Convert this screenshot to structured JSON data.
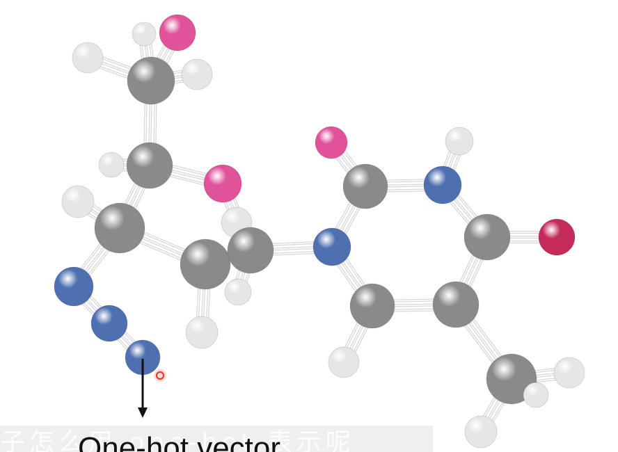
{
  "caption": "One-hot vector",
  "subtitle": "子怎么用 one-hot 表示呢",
  "colors": {
    "carbon": "#8a8a8a",
    "hydrogen": "#e6e6e6",
    "oxygen": "#e0529a",
    "nitrogen": "#4e6fb0",
    "oxygen_dark": "#c42a5a",
    "arrow": "#111111",
    "cursor": "#e8321e"
  },
  "atoms": [
    {
      "id": "h1",
      "element": "hydrogen"
    },
    {
      "id": "o1",
      "element": "oxygen"
    },
    {
      "id": "h2",
      "element": "hydrogen"
    },
    {
      "id": "c1",
      "element": "carbon"
    },
    {
      "id": "h3",
      "element": "hydrogen"
    },
    {
      "id": "c2",
      "element": "carbon"
    },
    {
      "id": "h4",
      "element": "hydrogen"
    },
    {
      "id": "o2",
      "element": "oxygen"
    },
    {
      "id": "h5",
      "element": "hydrogen"
    },
    {
      "id": "c3",
      "element": "carbon"
    },
    {
      "id": "h6",
      "element": "hydrogen"
    },
    {
      "id": "c4",
      "element": "carbon"
    },
    {
      "id": "c5",
      "element": "carbon"
    },
    {
      "id": "h7",
      "element": "hydrogen"
    },
    {
      "id": "h8",
      "element": "hydrogen"
    },
    {
      "id": "n1",
      "element": "nitrogen"
    },
    {
      "id": "n2",
      "element": "nitrogen"
    },
    {
      "id": "n3",
      "element": "nitrogen"
    },
    {
      "id": "n4",
      "element": "nitrogen"
    },
    {
      "id": "c6",
      "element": "carbon"
    },
    {
      "id": "o3",
      "element": "oxygen"
    },
    {
      "id": "n5",
      "element": "nitrogen"
    },
    {
      "id": "h9",
      "element": "hydrogen"
    },
    {
      "id": "c7",
      "element": "carbon"
    },
    {
      "id": "o4",
      "element": "oxygen_dark"
    },
    {
      "id": "c8",
      "element": "carbon"
    },
    {
      "id": "c9",
      "element": "carbon"
    },
    {
      "id": "h10",
      "element": "hydrogen"
    },
    {
      "id": "c10",
      "element": "carbon"
    },
    {
      "id": "h11",
      "element": "hydrogen"
    },
    {
      "id": "h12",
      "element": "hydrogen"
    },
    {
      "id": "h13",
      "element": "hydrogen"
    }
  ],
  "bonds": [
    [
      "c1",
      "o1"
    ],
    [
      "c1",
      "h1"
    ],
    [
      "c1",
      "h2"
    ],
    [
      "c1",
      "h3"
    ],
    [
      "c1",
      "c2"
    ],
    [
      "c2",
      "h4"
    ],
    [
      "c2",
      "o2"
    ],
    [
      "c2",
      "c3"
    ],
    [
      "c3",
      "h6"
    ],
    [
      "c3",
      "c4"
    ],
    [
      "c3",
      "n1"
    ],
    [
      "c4",
      "h7"
    ],
    [
      "c4",
      "c5"
    ],
    [
      "c5",
      "o2"
    ],
    [
      "c5",
      "h5"
    ],
    [
      "c5",
      "h8"
    ],
    [
      "c5",
      "n4"
    ],
    [
      "n1",
      "n2"
    ],
    [
      "n2",
      "n3"
    ],
    [
      "n4",
      "c6"
    ],
    [
      "c6",
      "o3"
    ],
    [
      "c6",
      "n5"
    ],
    [
      "n5",
      "h9"
    ],
    [
      "n5",
      "c7"
    ],
    [
      "c7",
      "o4"
    ],
    [
      "c7",
      "c9"
    ],
    [
      "n4",
      "c8"
    ],
    [
      "c8",
      "h10"
    ],
    [
      "c8",
      "c9"
    ],
    [
      "c9",
      "c10"
    ],
    [
      "c10",
      "h11"
    ],
    [
      "c10",
      "h12"
    ],
    [
      "c10",
      "h13"
    ]
  ]
}
